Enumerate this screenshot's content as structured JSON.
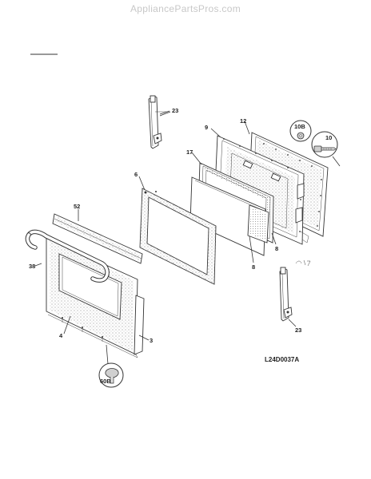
{
  "header": {
    "site": "AppliancePartsPros.com"
  },
  "diagram": {
    "code": "L24D0037A",
    "callouts": {
      "c23_top": "23",
      "c12": "12",
      "c9": "9",
      "c10b": "10B",
      "c10": "10",
      "c17": "17",
      "c6": "6",
      "c52": "52",
      "c8_upper": "8",
      "c8_lower": "8",
      "c38": "38",
      "c4": "4",
      "c3": "3",
      "c23_bottom": "23",
      "c60b": "60B"
    }
  }
}
